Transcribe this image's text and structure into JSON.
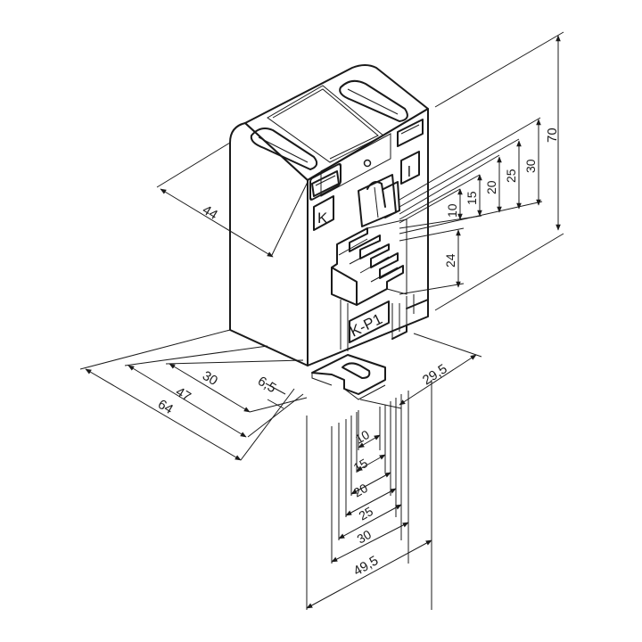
{
  "terminal_labels": {
    "k": "K",
    "l": "l",
    "kp1": "K-P1"
  },
  "dimensions": {
    "height": "70",
    "depth": "44",
    "right_30": "30",
    "right_25": "25",
    "right_20": "20",
    "right_15": "15",
    "right_10": "10",
    "right_24": "24",
    "base_30": "30",
    "base_6_5": "6,5",
    "base_47": "47",
    "base_64": "64",
    "base_29_5": "29,5",
    "bottom_10": "10",
    "bottom_15": "15",
    "bottom_20": "20",
    "bottom_25": "25",
    "bottom_30": "30",
    "bottom_49_5": "49,5"
  },
  "colors": {
    "line": "#1a1a1a",
    "background": "#ffffff"
  }
}
